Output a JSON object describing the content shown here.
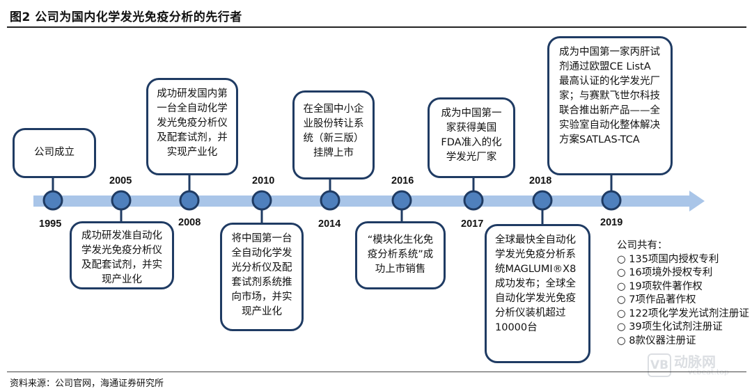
{
  "title": "图2  公司为国内化学发光免疫分析的先行者",
  "source": "资料来源：公司官网，海通证券研究所",
  "colors": {
    "arrow": "#a9c5e8",
    "node": "#4f80bd",
    "node_border": "#1f3b63",
    "box_border": "#1f3b63"
  },
  "years": [
    "1995",
    "2005",
    "2008",
    "2010",
    "2014",
    "2016",
    "2017",
    "2018",
    "2019"
  ],
  "events": {
    "y1995": "公司成立",
    "y2005": "成功研发准自动化学发光免疫分析仪及配套试剂，并实现产业化",
    "y2008": "成功研发国内第一台全自动化学发光免疫分析仪及配套试剂，并实现产业化",
    "y2010": "将中国第一台全自动化学发光分析仪及配套试剂系统推向市场，并实现产业化",
    "y2014": "在全国中小企业股份转让系统（新三版）挂牌上市",
    "y2016": "“模块化生化免疫分析系统”成功上市销售",
    "y2017": "成为中国第一家获得美国FDA准入的化学发光厂家",
    "y2018": "全球最快全自动化学发光免疫分析系统MAGLUMI®X8成功发布；全球全自动化学发光免疫分析仪装机超过10000台",
    "y2019": "成为中国第一家丙肝试剂通过欧盟CE ListA最高认证的化学发光厂家；与赛默飞世尔科技联合推出新产品——全实验室自动化整体解决方案SATLAS-TCA"
  },
  "summary": {
    "heading": "公司共有：",
    "items": [
      "○ 135项国内授权专利",
      "○ 16项境外授权专利",
      "○ 19项软件著作权",
      "○ 7项作品著作权",
      "○ 122项化学发光试剂注册证",
      "○ 39项生化试剂注册证",
      "○ 8款仪器注册证"
    ]
  },
  "watermark": {
    "logo": "VB",
    "name": "动脉网",
    "url": "vcbeat.top"
  }
}
